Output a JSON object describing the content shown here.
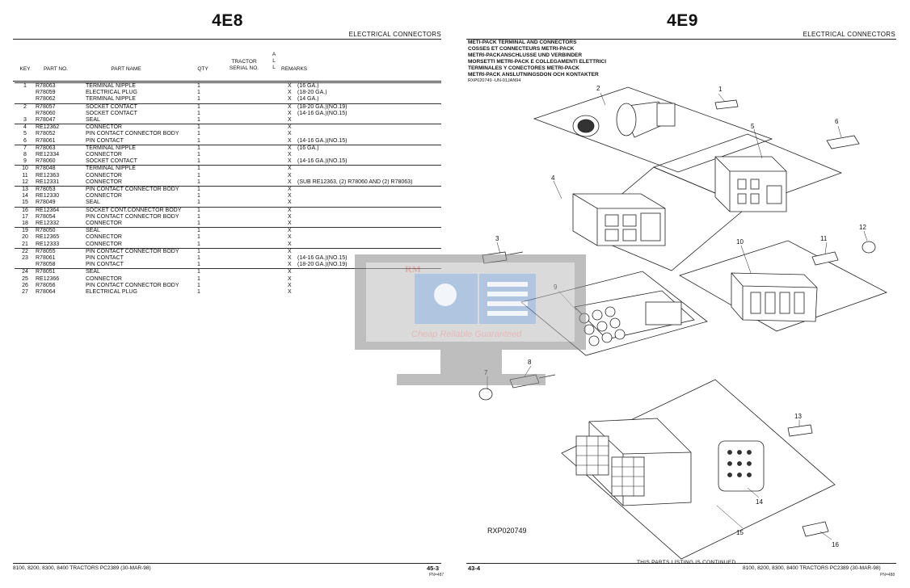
{
  "left_page": {
    "title": "4E8",
    "section": "ELECTRICAL CONNECTORS",
    "columns": {
      "key": "KEY",
      "part_no": "PART NO.",
      "part_name": "PART NAME",
      "qty": "QTY",
      "serial_1": "TRACTOR",
      "serial_2": "SERIAL NO.",
      "all_1": "A",
      "all_2": "L",
      "all_3": "L",
      "remarks": "REMARKS"
    },
    "rows": [
      {
        "key": "1",
        "part": "R78063",
        "name": "TERMINAL NIPPLE",
        "qty": "1",
        "all": "X",
        "rem": "(16 GA.)",
        "grp": true
      },
      {
        "key": "",
        "part": "R78059",
        "name": "ELECTRICAL PLUG",
        "qty": "1",
        "all": "X",
        "rem": "(18-20 GA.)",
        "grp": false
      },
      {
        "key": "",
        "part": "R78062",
        "name": "TERMINAL NIPPLE",
        "qty": "1",
        "all": "X",
        "rem": "(14 GA.)",
        "grp": false
      },
      {
        "key": "2",
        "part": "R78057",
        "name": "SOCKET CONTACT",
        "qty": "1",
        "all": "X",
        "rem": "(18-20 GA.)(NO.19)",
        "grp": true
      },
      {
        "key": "",
        "part": "R78060",
        "name": "SOCKET CONTACT",
        "qty": "1",
        "all": "X",
        "rem": "(14-16 GA.)(NO.15)",
        "grp": false
      },
      {
        "key": "3",
        "part": "R78047",
        "name": "SEAL",
        "qty": "1",
        "all": "X",
        "rem": "",
        "grp": false
      },
      {
        "key": "4",
        "part": "RE12362",
        "name": "CONNECTOR",
        "qty": "1",
        "all": "X",
        "rem": "",
        "grp": true
      },
      {
        "key": "5",
        "part": "R78052",
        "name": "PIN CONTACT CONNECTOR BODY",
        "qty": "1",
        "all": "X",
        "rem": "",
        "grp": false
      },
      {
        "key": "6",
        "part": "R78061",
        "name": "PIN CONTACT",
        "qty": "1",
        "all": "X",
        "rem": "(14-16 GA.)(NO.15)",
        "grp": false
      },
      {
        "key": "7",
        "part": "R78063",
        "name": "TERMINAL NIPPLE",
        "qty": "1",
        "all": "X",
        "rem": "(16 GA.)",
        "grp": true
      },
      {
        "key": "8",
        "part": "RE12334",
        "name": "CONNECTOR",
        "qty": "1",
        "all": "X",
        "rem": "",
        "grp": false
      },
      {
        "key": "9",
        "part": "R78060",
        "name": "SOCKET CONTACT",
        "qty": "1",
        "all": "X",
        "rem": "(14-16 GA.)(NO.15)",
        "grp": false
      },
      {
        "key": "10",
        "part": "R78048",
        "name": "TERMINAL NIPPLE",
        "qty": "1",
        "all": "X",
        "rem": "",
        "grp": true
      },
      {
        "key": "11",
        "part": "RE12363",
        "name": "CONNECTOR",
        "qty": "1",
        "all": "X",
        "rem": "",
        "grp": false
      },
      {
        "key": "12",
        "part": "RE12331",
        "name": "CONNECTOR",
        "qty": "1",
        "all": "X",
        "rem": "(SUB RE12363, (2) R78060 AND (2) R78063)",
        "grp": false
      },
      {
        "key": "13",
        "part": "R78053",
        "name": "PIN CONTACT CONNECTOR BODY",
        "qty": "1",
        "all": "X",
        "rem": "",
        "grp": true
      },
      {
        "key": "14",
        "part": "RE12330",
        "name": "CONNECTOR",
        "qty": "1",
        "all": "X",
        "rem": "",
        "grp": false
      },
      {
        "key": "15",
        "part": "R78049",
        "name": "SEAL",
        "qty": "1",
        "all": "X",
        "rem": "",
        "grp": false
      },
      {
        "key": "16",
        "part": "RE12364",
        "name": "SOCKET CONT.CONNECTOR BODY",
        "qty": "1",
        "all": "X",
        "rem": "",
        "grp": true
      },
      {
        "key": "17",
        "part": "R78054",
        "name": "PIN CONTACT CONNECTOR BODY",
        "qty": "1",
        "all": "X",
        "rem": "",
        "grp": false
      },
      {
        "key": "18",
        "part": "RE12332",
        "name": "CONNECTOR",
        "qty": "1",
        "all": "X",
        "rem": "",
        "grp": false
      },
      {
        "key": "19",
        "part": "R78050",
        "name": "SEAL",
        "qty": "1",
        "all": "X",
        "rem": "",
        "grp": true
      },
      {
        "key": "20",
        "part": "RE12365",
        "name": "CONNECTOR",
        "qty": "1",
        "all": "X",
        "rem": "",
        "grp": false
      },
      {
        "key": "21",
        "part": "RE12333",
        "name": "CONNECTOR",
        "qty": "1",
        "all": "X",
        "rem": "",
        "grp": false
      },
      {
        "key": "22",
        "part": "R78055",
        "name": "PIN CONTACT CONNECTOR BODY",
        "qty": "1",
        "all": "X",
        "rem": "",
        "grp": true
      },
      {
        "key": "23",
        "part": "R78061",
        "name": "PIN CONTACT",
        "qty": "1",
        "all": "X",
        "rem": "(14-16 GA.)(NO.15)",
        "grp": false
      },
      {
        "key": "",
        "part": "R78058",
        "name": "PIN CONTACT",
        "qty": "1",
        "all": "X",
        "rem": "(18-20 GA.)(NO.19)",
        "grp": false
      },
      {
        "key": "24",
        "part": "R78051",
        "name": "SEAL",
        "qty": "1",
        "all": "X",
        "rem": "",
        "grp": true
      },
      {
        "key": "25",
        "part": "RE12366",
        "name": "CONNECTOR",
        "qty": "1",
        "all": "X",
        "rem": "",
        "grp": false
      },
      {
        "key": "26",
        "part": "R78056",
        "name": "PIN CONTACT CONNECTOR BODY",
        "qty": "1",
        "all": "X",
        "rem": "",
        "grp": false
      },
      {
        "key": "27",
        "part": "R78064",
        "name": "ELECTRICAL PLUG",
        "qty": "1",
        "all": "X",
        "rem": "",
        "grp": false
      }
    ],
    "footer_models": "8100, 8200, 8300, 8400 TRACTORS   PC2389     (30-MAR-98)",
    "footer_page": "45-3",
    "footer_code": "PN=487"
  },
  "right_page": {
    "title": "4E9",
    "section": "ELECTRICAL CONNECTORS",
    "headings": [
      "METI-PACK TERMINAL AND CONNECTORS",
      "COSSES ET CONNECTEURS METRI-PACK",
      "METRI-PACKANSCHLUSSE UND VERBINDER",
      "MORSETTI METRI-PACK E COLLEGAMENTI ELETTRICI",
      "TERMINALES Y CONECTORES METRI-PACK",
      "METRI-PACK ANSLUTNINGSDON OCH KONTAKTER"
    ],
    "illustration_id": "RXP020749      -UN-01JAN94",
    "illustration_label": "RXP020749",
    "callouts": [
      "1",
      "2",
      "3",
      "4",
      "5",
      "6",
      "7",
      "8",
      "9",
      "10",
      "11",
      "12",
      "13",
      "14",
      "15",
      "16"
    ],
    "continued": "THIS PARTS LISTING IS CONTINUED",
    "footer_page": "43-4",
    "footer_models": "8100, 8200, 8300, 8400 TRACTORS   PC2389     (30-MAR-98)",
    "footer_code": "PN=488"
  },
  "watermark": {
    "letters": "RM",
    "tagline": "Cheap Reliable Guaranteed"
  }
}
